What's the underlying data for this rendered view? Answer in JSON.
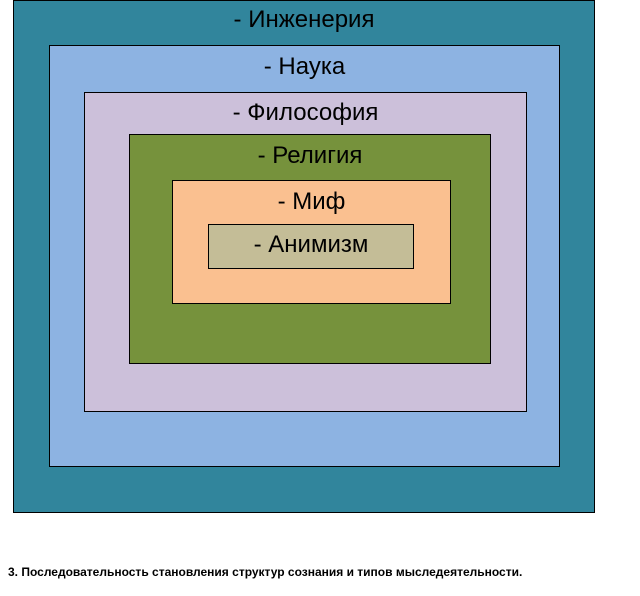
{
  "diagram": {
    "levels": [
      {
        "label": "- Инженерия",
        "color": "#31859c"
      },
      {
        "label": "- Наука",
        "color": "#8db3e2"
      },
      {
        "label": "- Философия",
        "color": "#ccc0da"
      },
      {
        "label": "- Религия",
        "color": "#76923c"
      },
      {
        "label": "- Миф",
        "color": "#fac090"
      },
      {
        "label": "- Анимизм",
        "color": "#c4bd97"
      }
    ]
  },
  "caption": "3. Последовательность становления структур сознания и типов мыследеятельности."
}
